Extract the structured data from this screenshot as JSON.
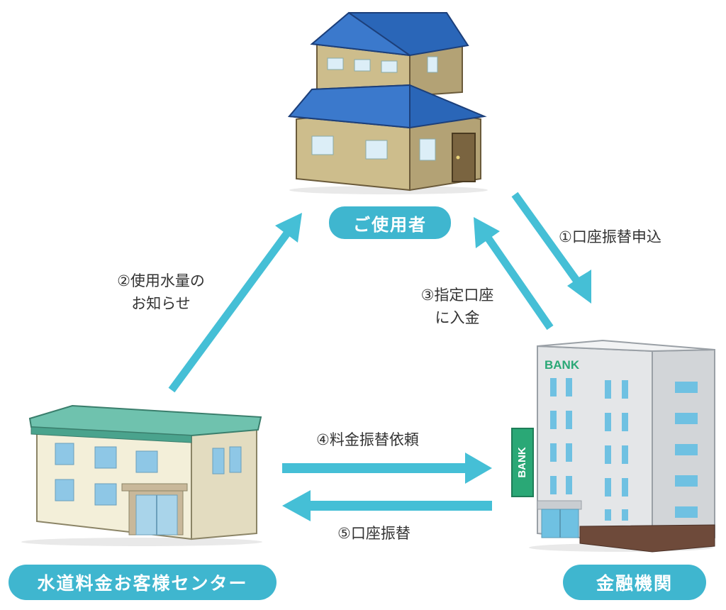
{
  "nodes": {
    "user": "ご使用者",
    "water_center": "水道料金お客様センター",
    "bank_node": "金融機関"
  },
  "steps": {
    "s1": "①口座振替申込",
    "s2_line1": "②使用水量の",
    "s2_line2": "お知らせ",
    "s3_line1": "③指定口座",
    "s3_line2": "に入金",
    "s4": "④料金振替依頼",
    "s5": "⑤口座振替"
  },
  "signs": {
    "bank_top": "BANK",
    "bank_side": "BANK"
  },
  "colors": {
    "pill": "#3fb6cf",
    "arrow": "#45bfd6",
    "house_roof": "#2a66b8",
    "house_wall": "#cdbd8c",
    "center_roof": "#6fc2ae",
    "center_wall": "#f3efd9",
    "bank_wall": "#e4e6e8",
    "bank_window": "#6fc1e2",
    "bank_sign": "#2aa876"
  }
}
